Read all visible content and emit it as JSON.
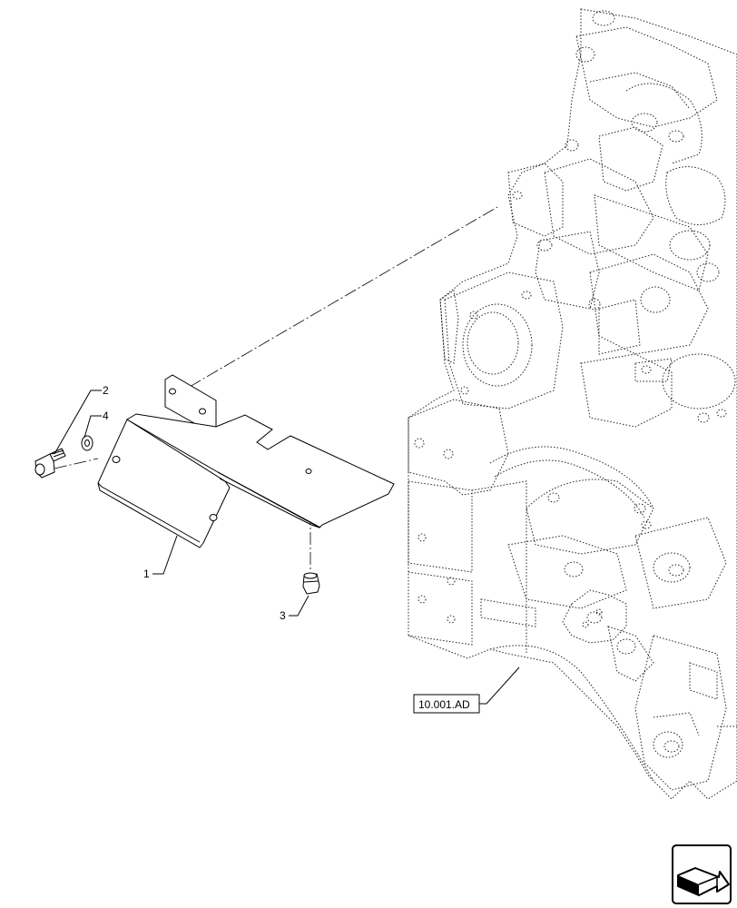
{
  "callouts": {
    "part1": "1",
    "part2": "2",
    "part3": "3",
    "part4": "4"
  },
  "reference": {
    "label": "10.001.AD"
  },
  "nav_icon": "next-page-arrow-icon"
}
